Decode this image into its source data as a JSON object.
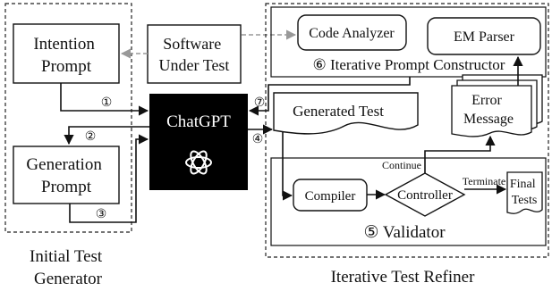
{
  "initial_generator": {
    "intention_prompt": [
      "Intention",
      "Prompt"
    ],
    "generation_prompt": [
      "Generation",
      "Prompt"
    ],
    "caption": [
      "Initial Test",
      "Generator"
    ]
  },
  "software_under_test": [
    "Software",
    "Under Test"
  ],
  "chatgpt": {
    "label": "ChatGPT"
  },
  "steps": {
    "s1": "①",
    "s2": "②",
    "s3": "③",
    "s4": "④",
    "s7": "⑦"
  },
  "prompt_constructor": {
    "code_analyzer": "Code Analyzer",
    "em_parser": "EM Parser",
    "title": "⑥ Iterative Prompt Constructor"
  },
  "generated_test": "Generated Test",
  "error_message": [
    "Error",
    "Message"
  ],
  "validator": {
    "continue": "Continue",
    "compiler": "Compiler",
    "controller": "Controller",
    "terminate": "Terminate",
    "final_tests": [
      "Final",
      "Tests"
    ],
    "title": "⑤ Validator"
  },
  "refiner_caption": "Iterative Test Refiner"
}
